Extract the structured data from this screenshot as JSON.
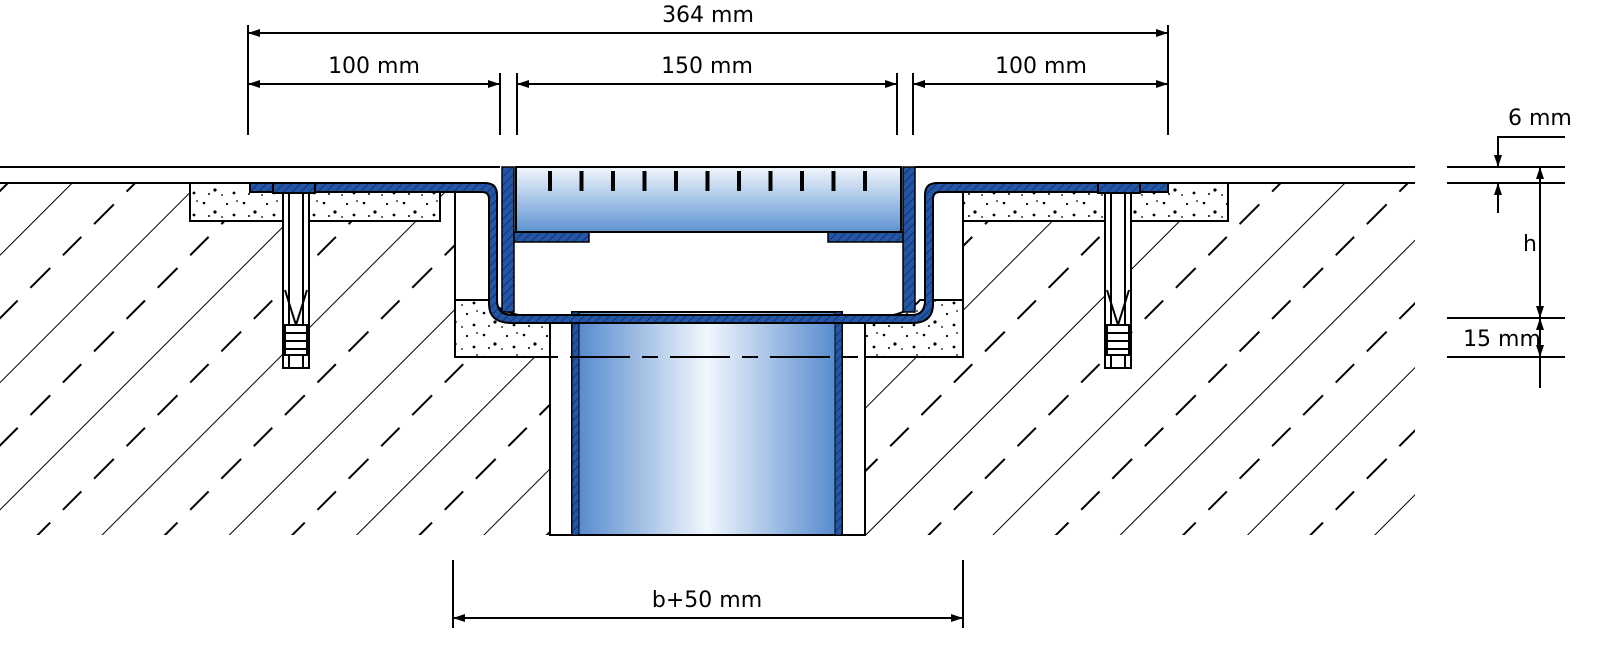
{
  "dimensions": {
    "overall_width": "364 mm",
    "left_flange": "100 mm",
    "channel_width": "150 mm",
    "right_flange": "100 mm",
    "cover_thickness": "6 mm",
    "height": "h",
    "bedding": "15 mm",
    "opening_width": "b+50 mm"
  },
  "colors": {
    "line": "#000000",
    "steel": "#2456a6",
    "steel_dark": "#1c3f86",
    "water_dark": "#5d93d1",
    "water_light": "#f2f7fd",
    "mortar": "#ffffff",
    "background": "#ffffff"
  }
}
